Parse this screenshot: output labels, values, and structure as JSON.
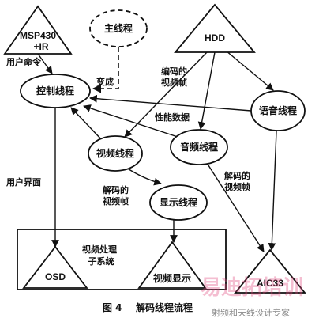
{
  "nodes": {
    "msp430_line1": "MSP430",
    "msp430_line2": "+IR",
    "main_thread": "主线程",
    "hdd": "HDD",
    "control_thread": "控制线程",
    "voice_thread": "语音线程",
    "video_thread": "视频线程",
    "audio_thread": "音频线程",
    "display_thread": "显示线程",
    "osd": "OSD",
    "video_display": "视频显示",
    "aic33": "AIC33",
    "video_subsystem_line1": "视频处理",
    "video_subsystem_line2": "子系统"
  },
  "edge_labels": {
    "user_command": "用户命令",
    "becomes": "变成",
    "encoded_frames_line1": "编码的",
    "encoded_frames_line2": "视频帧",
    "performance_data": "性能数据",
    "user_interface": "用户界面",
    "decoded_frames_left_line1": "解码的",
    "decoded_frames_left_line2": "视频帧",
    "decoded_frames_right_line1": "解码的",
    "decoded_frames_right_line2": "视频帧"
  },
  "caption": {
    "figure_no": "图 4",
    "title": "解码线程流程"
  },
  "watermark": {
    "main": "易迪拓培训",
    "sub": "射频和天线设计专家"
  }
}
